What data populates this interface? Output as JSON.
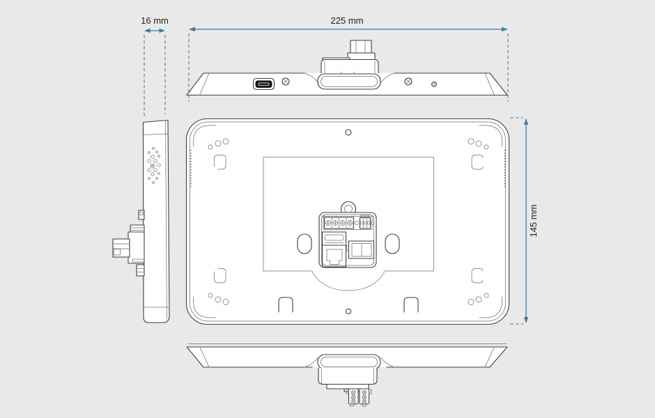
{
  "diagram": {
    "type": "technical-dimension-drawing",
    "subject": "wall-mounted touch panel, four orthographic views (top, left side, rear, bottom)",
    "dimensions": {
      "depth_label": "16 mm",
      "width_label": "225 mm",
      "height_label": "145 mm"
    },
    "colors": {
      "background": "#e9e9e9",
      "line": "#3e3e3e",
      "surface": "#ffffff",
      "dimension_accent": "#3c7d9e",
      "port_fill": "#141414"
    },
    "icons": [
      "mini-usb-port",
      "screw-icon",
      "speaker-grille",
      "hanger-hole",
      "terminal-block",
      "sd-card-slot",
      "rj45-port",
      "mounting-slot"
    ]
  }
}
